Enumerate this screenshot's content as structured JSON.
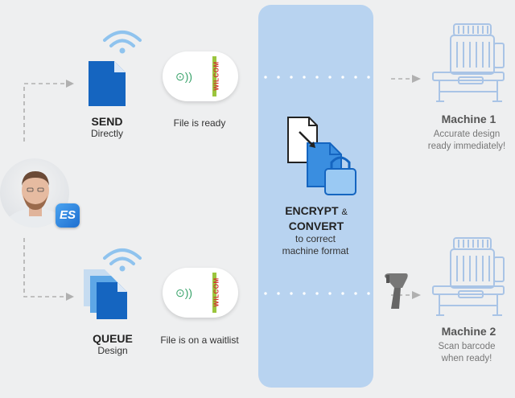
{
  "send": {
    "title": "SEND",
    "subtitle": "Directly"
  },
  "queue": {
    "title": "QUEUE",
    "subtitle": "Design"
  },
  "dongle_top": {
    "status": "File is ready",
    "brand": "WILCOM"
  },
  "dongle_bottom": {
    "status": "File is on a waitlist",
    "brand": "WILCOM"
  },
  "center": {
    "line1": "ENCRYPT",
    "amp": "&",
    "line2": "CONVERT",
    "line3": "to correct",
    "line4": "machine format"
  },
  "machine1": {
    "title": "Machine 1",
    "line1": "Accurate design",
    "line2": "ready immediately!"
  },
  "machine2": {
    "title": "Machine 2",
    "line1": "Scan barcode",
    "line2": "when ready!"
  },
  "badge": {
    "text": "ES"
  },
  "colors": {
    "panel": "#b8d3f0",
    "file_blue": "#1565c0",
    "accent_blue": "#3a8ee0",
    "brand_green": "#9bc53d",
    "brand_red": "#d32f2f"
  },
  "icons": [
    "wifi-icon",
    "file-icon",
    "stacked-files-icon",
    "lock-icon",
    "embroidery-machine-icon",
    "barcode-scanner-icon",
    "usb-dongle-icon"
  ]
}
